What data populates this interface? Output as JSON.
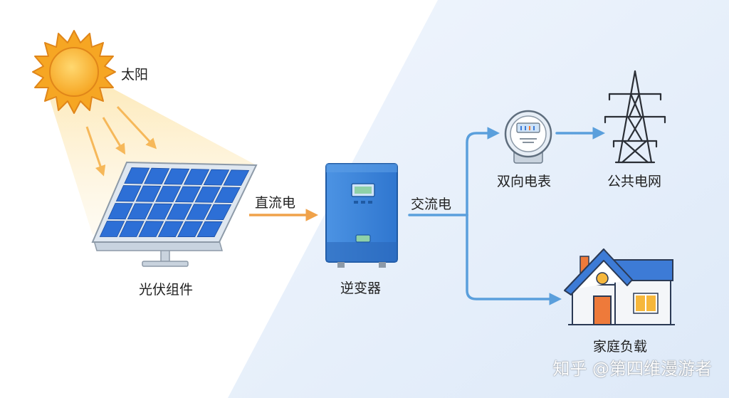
{
  "nodes": {
    "sun": "太阳",
    "solar_panel": "光伏组件",
    "inverter": "逆变器",
    "meter": "双向电表",
    "grid": "公共电网",
    "home": "家庭负载"
  },
  "flows": {
    "dc": "直流电",
    "ac": "交流电"
  },
  "watermark": "知乎 @第四维漫游者",
  "colors": {
    "sun": "#f6a623",
    "panel_cell": "#2d6fd6",
    "inverter": "#3d86db",
    "dc_arrow": "#f0a24a",
    "ac_arrow": "#5a9fdc",
    "house_roof": "#3d7bd6",
    "house_door": "#ee7a3a",
    "house_window": "#f6b73c"
  }
}
